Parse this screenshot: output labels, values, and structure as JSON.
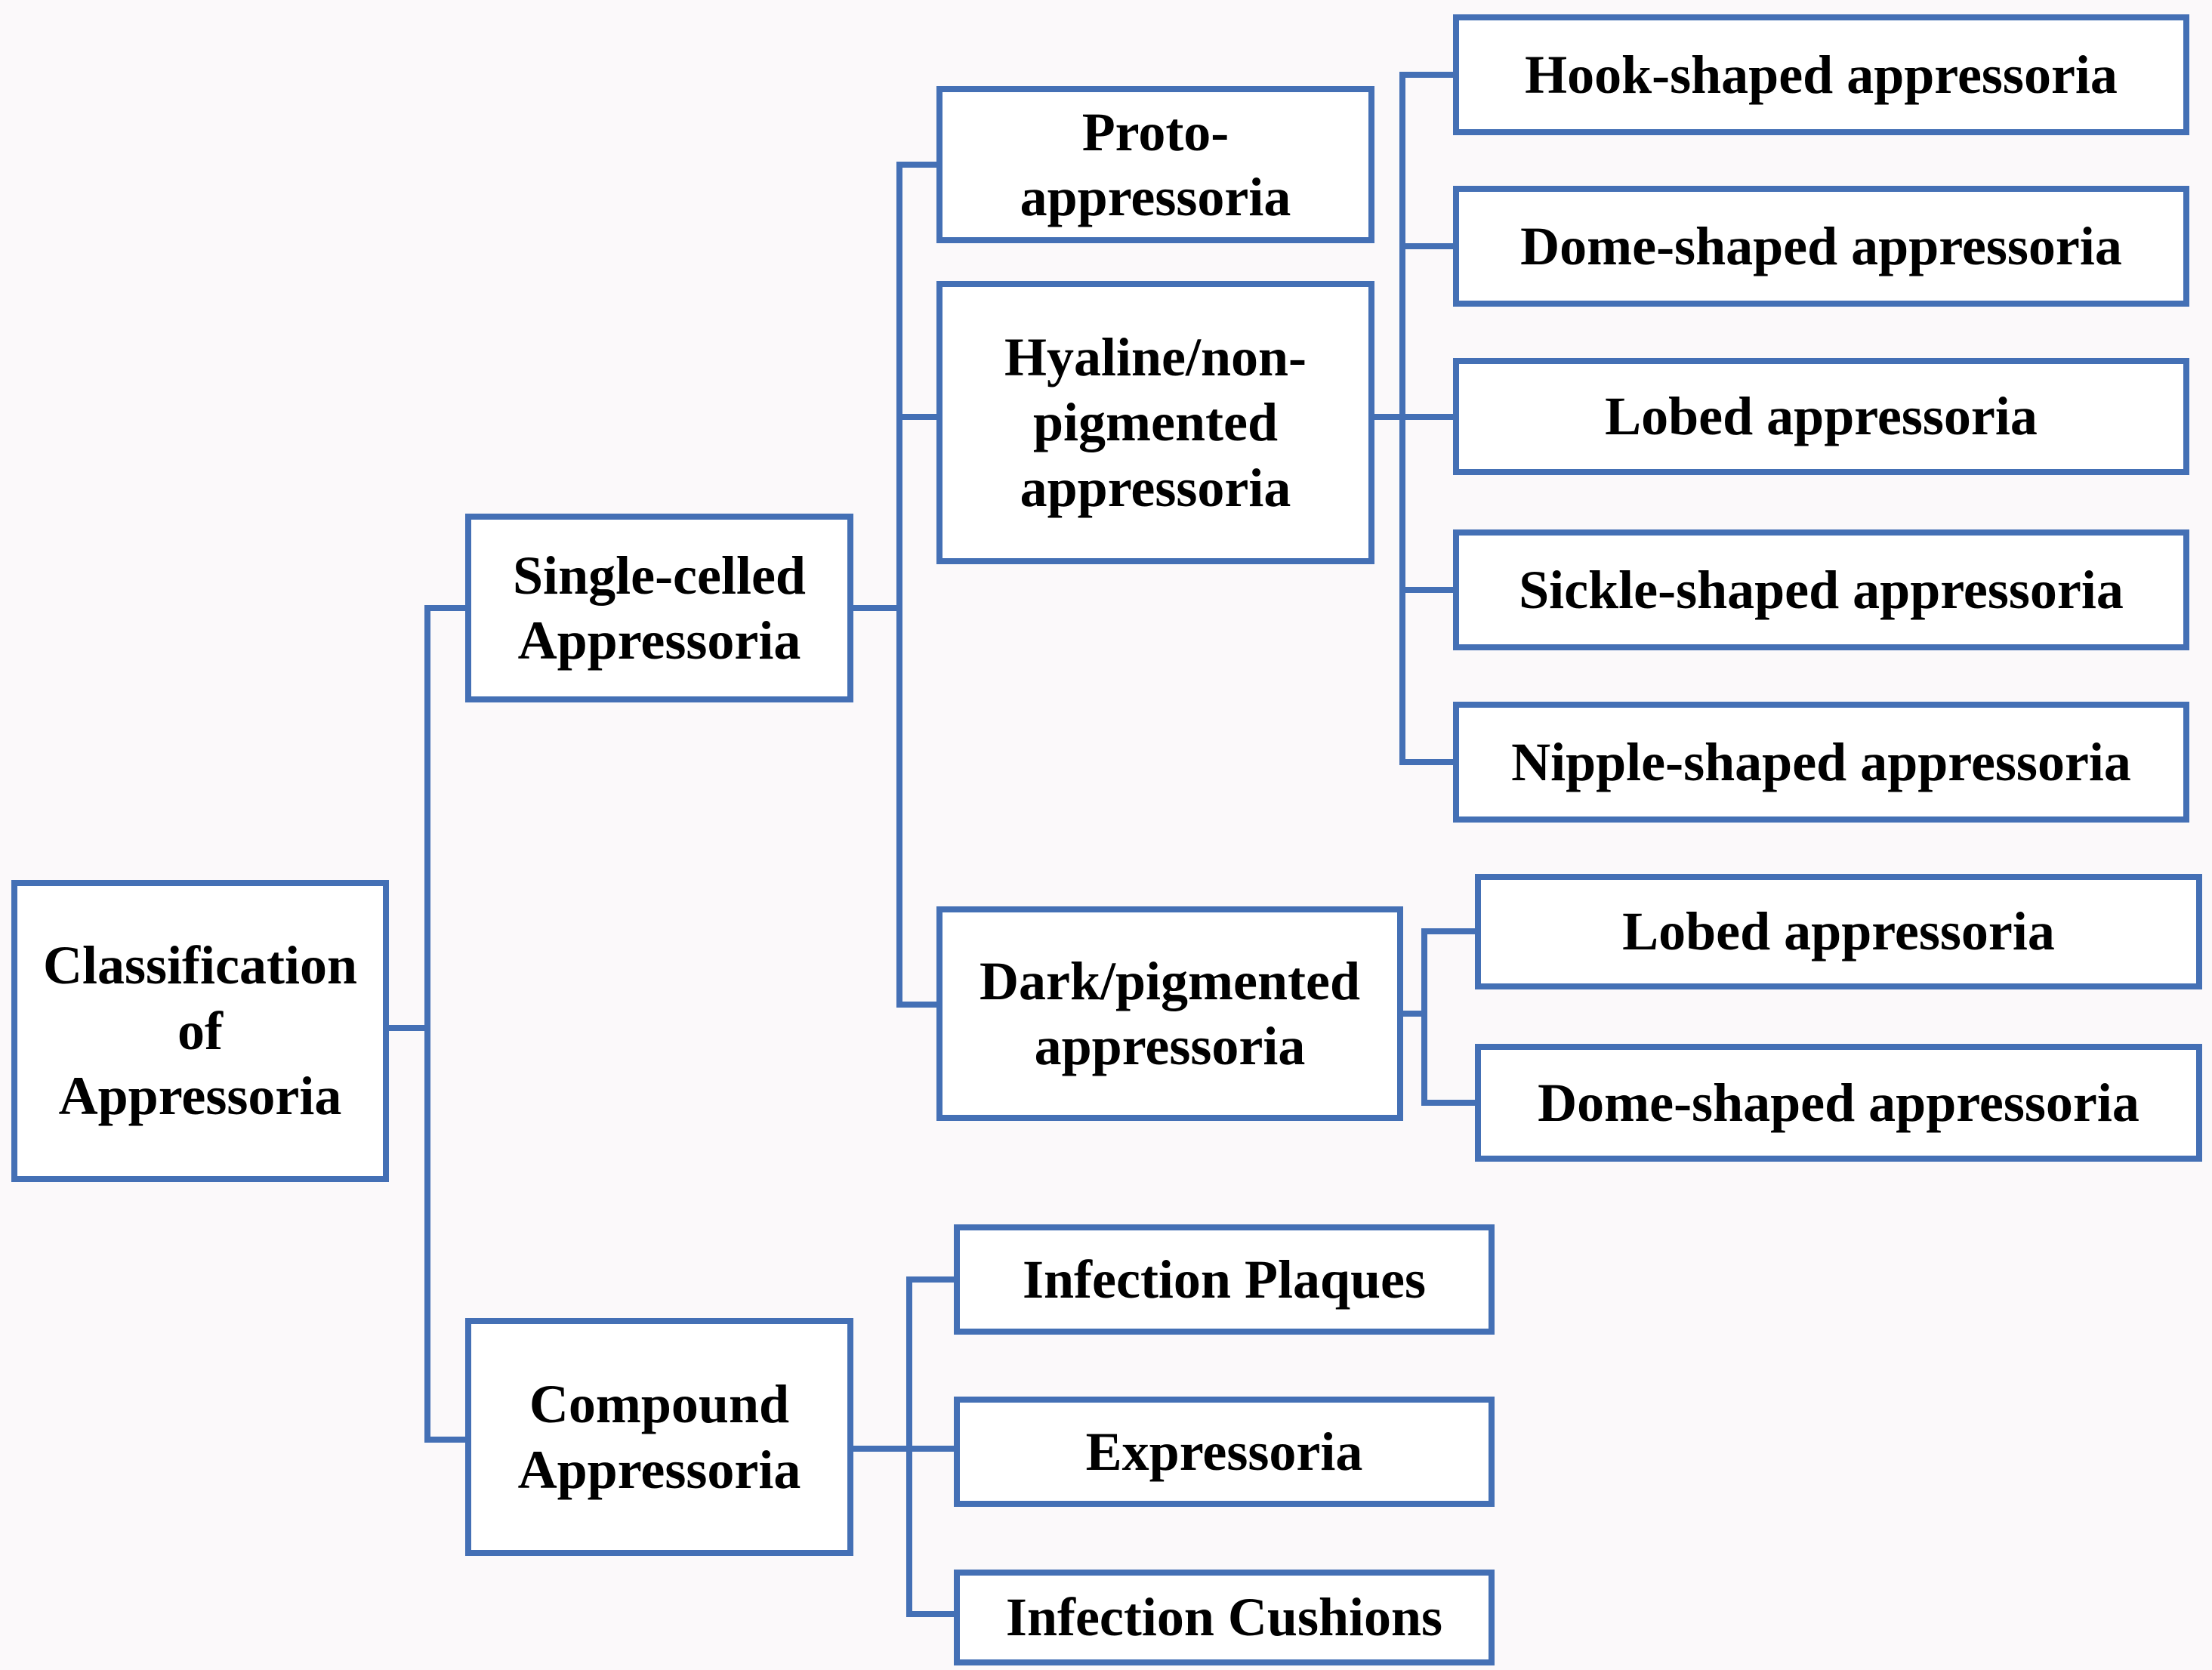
{
  "diagram": {
    "title": "Classification of Appressoria",
    "type": "tree",
    "colors": {
      "line": "#4470B5",
      "box_border": "#4470B5",
      "box_fill": "#FFFFFF",
      "background": "#FBF9FA",
      "text": "#000000"
    },
    "nodes": {
      "root": {
        "label": "Classification\nof\nAppressoria"
      },
      "single": {
        "label": "Single-celled\nAppressoria"
      },
      "compound": {
        "label": "Compound\nAppressoria"
      },
      "proto": {
        "label": "Proto-\nappressoria"
      },
      "hyaline": {
        "label": "Hyaline/non-\npigmented\nappressoria"
      },
      "dark": {
        "label": "Dark/pigmented\nappressoria"
      },
      "hook": {
        "label": "Hook-shaped appressoria"
      },
      "dome": {
        "label": "Dome-shaped appressoria"
      },
      "lobed": {
        "label": "Lobed appressoria"
      },
      "sickle": {
        "label": "Sickle-shaped appressoria"
      },
      "nipple": {
        "label": "Nipple-shaped appressoria"
      },
      "lobed2": {
        "label": "Lobed appressoria"
      },
      "dome2": {
        "label": "Dome-shaped appressoria"
      },
      "plaques": {
        "label": "Infection Plaques"
      },
      "expressoria": {
        "label": "Expressoria"
      },
      "cushions": {
        "label": "Infection Cushions"
      }
    },
    "edges": [
      [
        "root",
        "single"
      ],
      [
        "root",
        "compound"
      ],
      [
        "single",
        "proto"
      ],
      [
        "single",
        "hyaline"
      ],
      [
        "single",
        "dark"
      ],
      [
        "hyaline",
        "hook"
      ],
      [
        "hyaline",
        "dome"
      ],
      [
        "hyaline",
        "lobed"
      ],
      [
        "hyaline",
        "sickle"
      ],
      [
        "hyaline",
        "nipple"
      ],
      [
        "dark",
        "lobed2"
      ],
      [
        "dark",
        "dome2"
      ],
      [
        "compound",
        "plaques"
      ],
      [
        "compound",
        "expressoria"
      ],
      [
        "compound",
        "cushions"
      ]
    ]
  }
}
